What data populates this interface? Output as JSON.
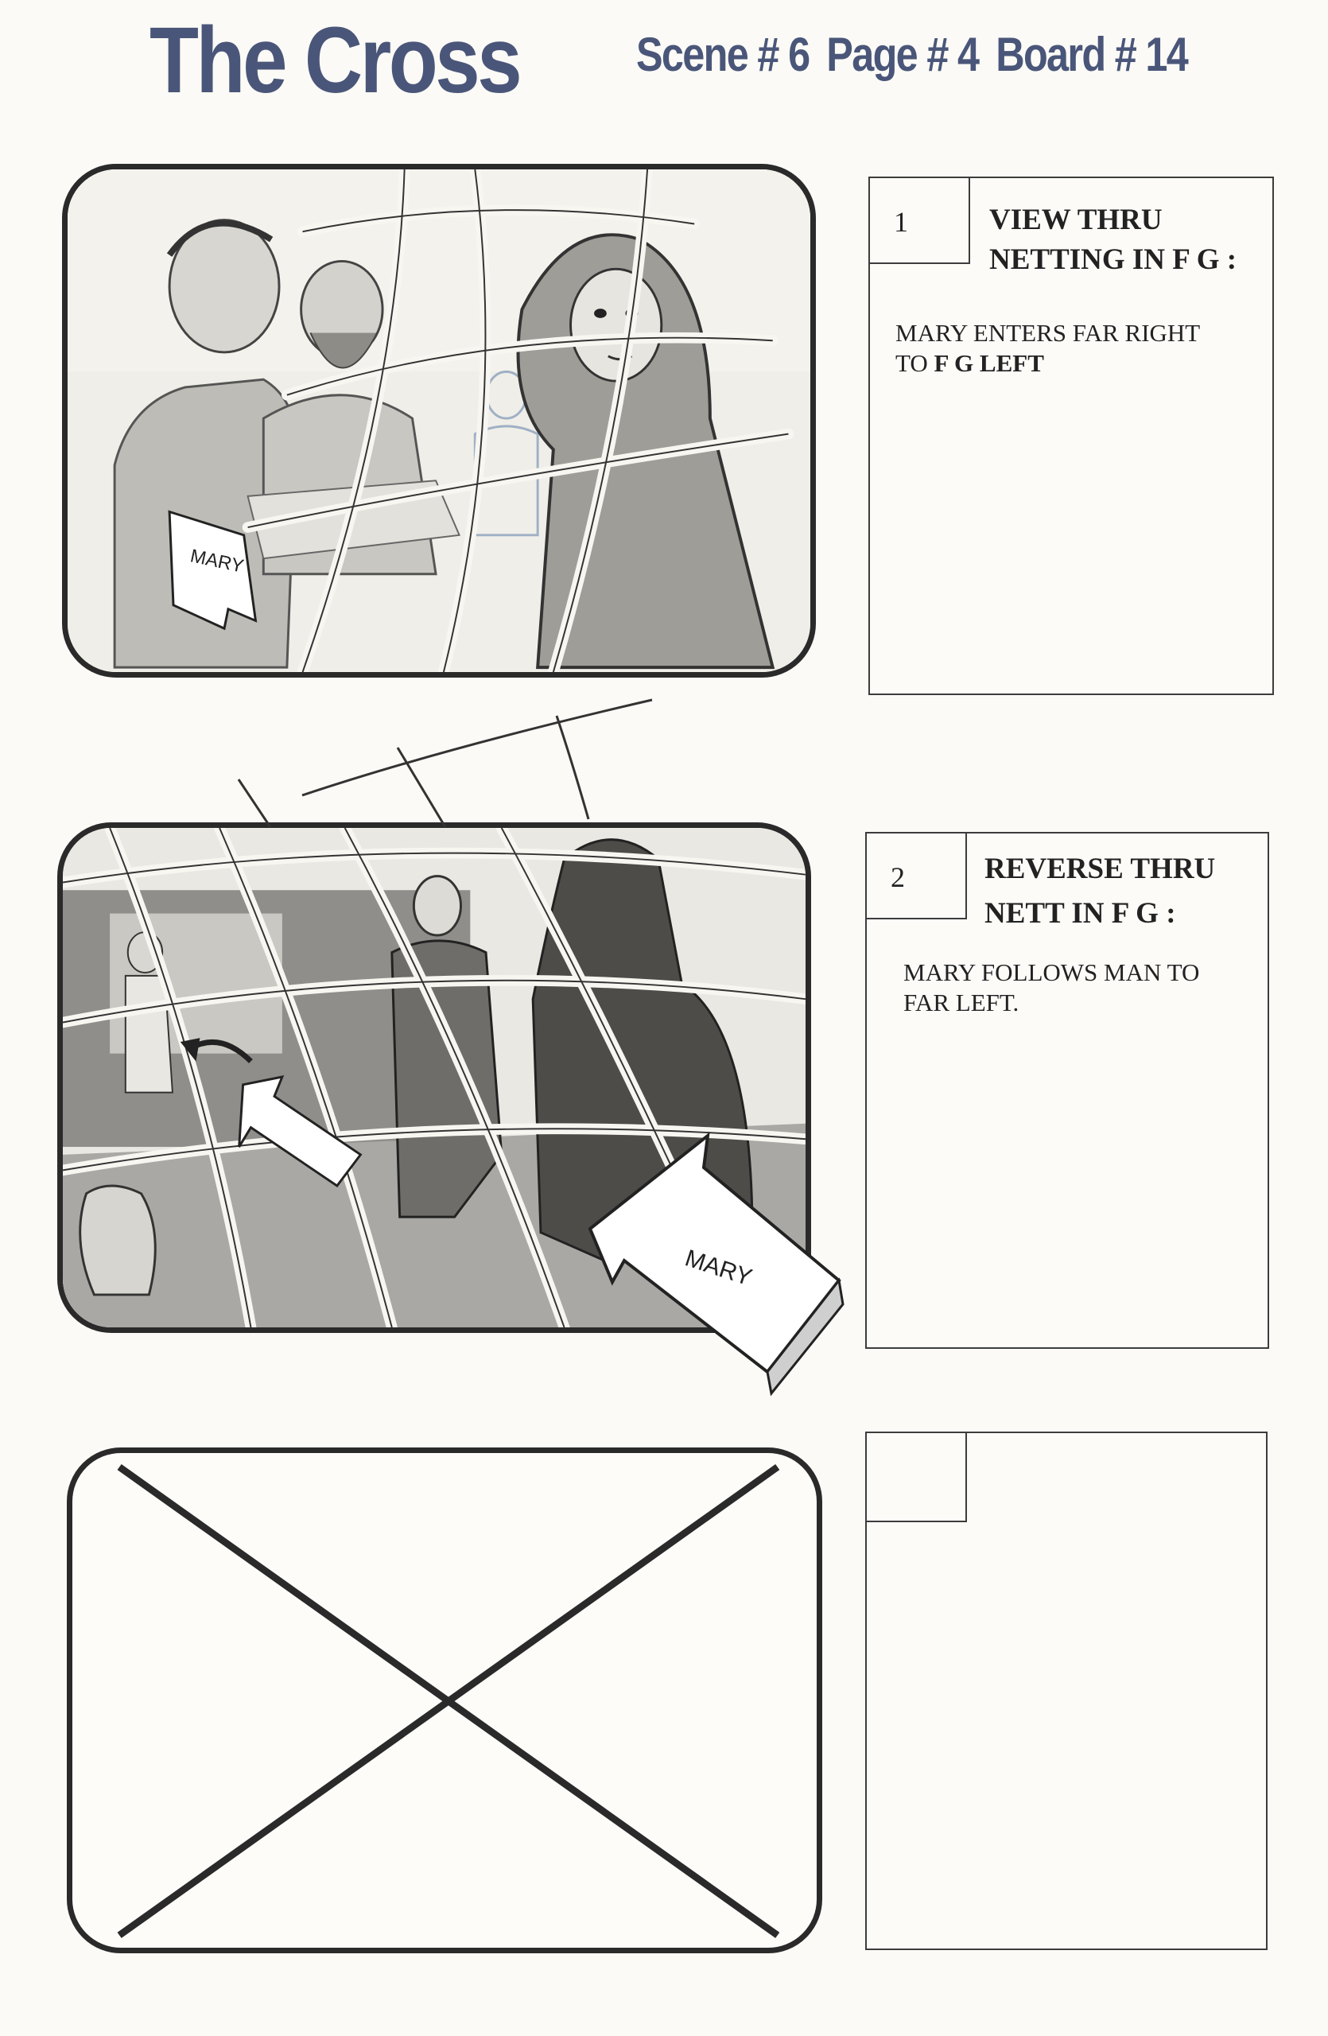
{
  "header": {
    "title": "The Cross",
    "scene": "Scene # 6",
    "page": "Page # 4",
    "board": "Board # 14"
  },
  "frames": [
    {
      "number": "1",
      "heading_line1": "VIEW THRU",
      "heading_line2": "NETTING IN  F G :",
      "body_line1": "MARY ENTERS FAR RIGHT",
      "body_line2_prefix": "TO ",
      "body_line2_bold": "F G LEFT",
      "sketch_label": "MARY"
    },
    {
      "number": "2",
      "heading_line1": "REVERSE THRU",
      "heading_line2": "NETT IN F G :",
      "body_line1": "MARY FOLLOWS MAN TO",
      "body_line2": "FAR LEFT.",
      "sketch_label": "MARY"
    },
    {
      "number": "",
      "heading_line1": "",
      "heading_line2": "",
      "body_line1": "",
      "body_line2": ""
    }
  ],
  "colors": {
    "header": "#4a5679",
    "ink": "#2a2a2a",
    "paper": "#fbfaf6"
  }
}
